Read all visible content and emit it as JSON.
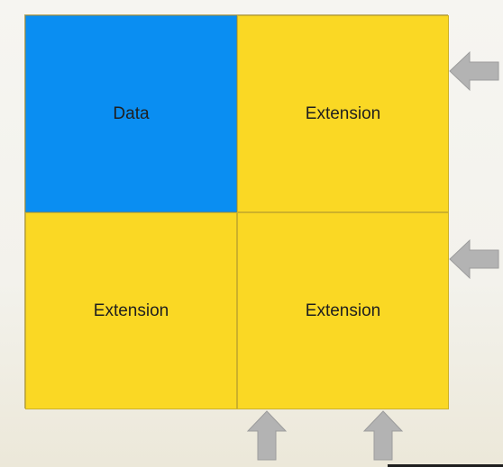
{
  "cells": [
    {
      "label": "Data",
      "color": "#0a8ef2"
    },
    {
      "label": "Extension",
      "color": "#fad824"
    },
    {
      "label": "Extension",
      "color": "#fad824"
    },
    {
      "label": "Extension",
      "color": "#fad824"
    }
  ],
  "arrows": [
    {
      "icon": "arrow-left-icon",
      "direction": "left"
    },
    {
      "icon": "arrow-left-icon",
      "direction": "left"
    },
    {
      "icon": "arrow-up-icon",
      "direction": "up"
    },
    {
      "icon": "arrow-up-icon",
      "direction": "up"
    }
  ],
  "arrow_color": "#b3b3b3"
}
